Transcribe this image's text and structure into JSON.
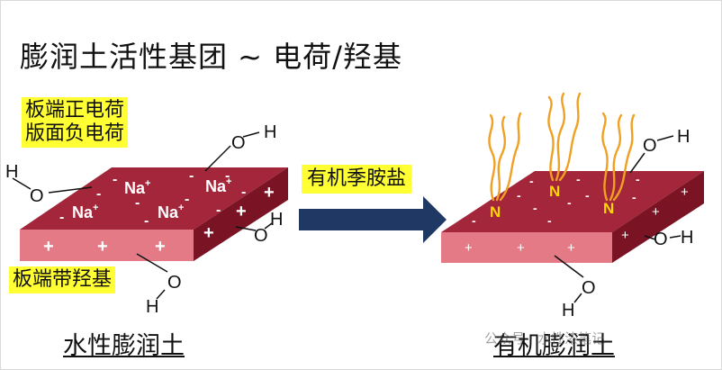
{
  "title": "膨润土活性基团 ~ 电荷/羟基",
  "labels": {
    "edge_positive": "板端正电荷",
    "face_negative": "版面负电荷",
    "edge_hydroxyl": "板端带羟基",
    "arrow_label": "有机季胺盐"
  },
  "captions": {
    "left": "水性膨润土",
    "right": "有机膨润土"
  },
  "chem": {
    "na": "Na",
    "sup_plus": "+",
    "plus": "+",
    "minus": "-",
    "hydroxyl_o": "O",
    "hydroxyl_h": "H",
    "bond": "—",
    "nitrogen": "N"
  },
  "watermark": "公众号 · 水性漆笔记",
  "colors": {
    "slab_top": "#a3263a",
    "slab_front": "#e37a85",
    "slab_side": "#7a1324",
    "arrow": "#1f3864",
    "highlight": "#ffff33",
    "chain": "#f0a023"
  }
}
